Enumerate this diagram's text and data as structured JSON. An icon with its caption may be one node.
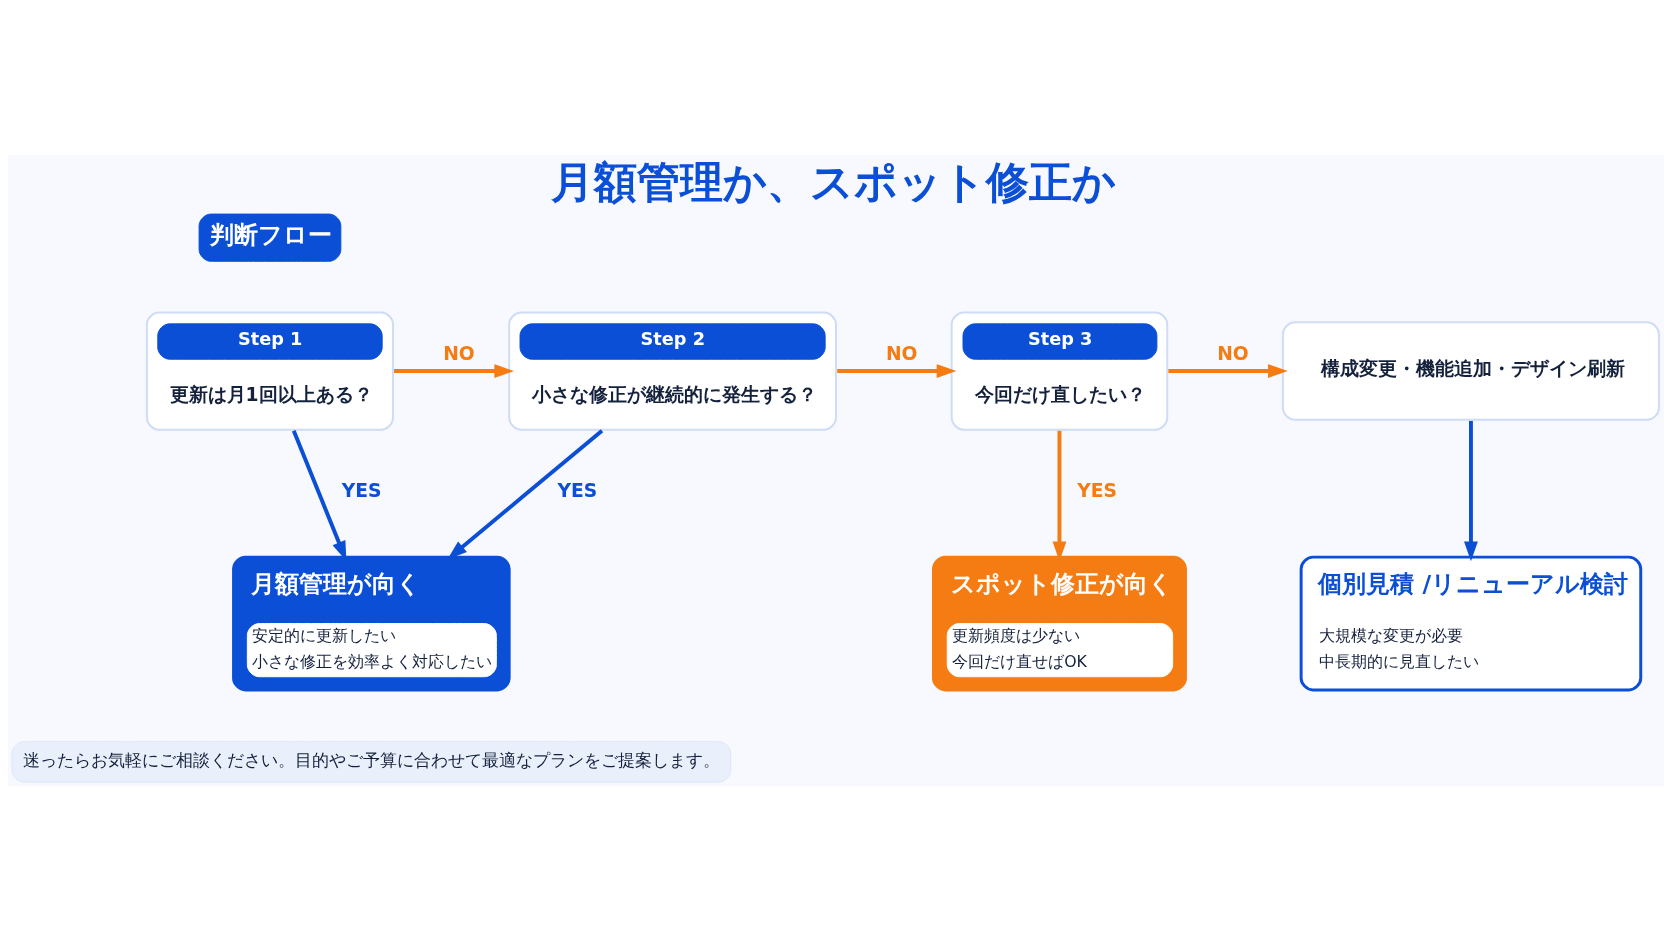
{
  "diagram": {
    "title": "月額管理か、スポット修正か",
    "nodes": [
      {
        "text": [
          "判断フロー"
        ]
      },
      {
        "text": [
          "Step 1",
          "更新は月1回以上ある？"
        ]
      },
      {
        "text": [
          "Step 2",
          "小さな修正が継続的に発生する？"
        ]
      },
      {
        "text": [
          "Step 3",
          "今回だけ直したい？"
        ]
      },
      {
        "text": [
          "構成変更・機能追加・デザイン刷新"
        ]
      },
      {
        "text": [
          "月額管理が向く",
          "安定的に更新したい",
          "小さな修正を効率よく対応したい"
        ]
      },
      {
        "text": [
          "スポット修正が向く",
          "更新頻度は少ない",
          "今回だけ直せばOK"
        ]
      },
      {
        "text": [
          "個別見積 /リニューアル検討",
          "大規模な変更が必要",
          "中長期的に見直したい"
        ]
      },
      {
        "text": [
          "迷ったらお気軽にご相談ください。目的やご予算に合わせて最適なプランをご提案します。"
        ]
      }
    ],
    "edges": [
      {
        "from": 1,
        "to": 2,
        "arrow": "to",
        "label": "NO"
      },
      {
        "from": 2,
        "to": 3,
        "arrow": "to",
        "label": "NO"
      },
      {
        "from": 3,
        "to": 4,
        "arrow": "to",
        "label": "NO"
      },
      {
        "from": 1,
        "to": 5,
        "arrow": "to",
        "label": "YES",
        "color": "#0b4fd6"
      },
      {
        "from": 2,
        "to": 5,
        "arrow": "to",
        "label": "YES",
        "color": "#0b4fd6"
      },
      {
        "from": 3,
        "to": 6,
        "arrow": "to",
        "label": "YES"
      },
      {
        "from": 4,
        "to": 7,
        "arrow": "to",
        "color": "#0b4fd6"
      }
    ]
  }
}
